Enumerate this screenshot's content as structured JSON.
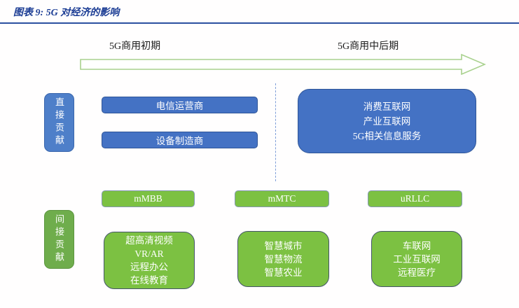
{
  "header": {
    "title": "图表 9:  5G 对经济的影响",
    "title_color": "#1b3c94"
  },
  "timeline": {
    "early_label": "5G商用初期",
    "late_label": "5G商用中后期",
    "arrow_outline_color": "#a9d18e"
  },
  "direct": {
    "side_label": "直接贡献",
    "side_color": "#4472c4",
    "early_boxes": [
      "电信运营商",
      "设备制造商"
    ],
    "late_box_lines": [
      "消费互联网",
      "产业互联网",
      "5G相关信息服务"
    ],
    "box_color": "#4472c4"
  },
  "indirect": {
    "side_label": "间接贡献",
    "side_color": "#6fad4c",
    "box_color": "#7cc142",
    "columns": [
      {
        "header": "mMBB",
        "items": [
          "超高清视频",
          "VR/AR",
          "远程办公",
          "在线教育"
        ]
      },
      {
        "header": "mMTC",
        "items": [
          "智慧城市",
          "智慧物流",
          "智慧农业"
        ]
      },
      {
        "header": "uRLLC",
        "items": [
          "车联网",
          "工业互联网",
          "远程医疗"
        ]
      }
    ]
  }
}
